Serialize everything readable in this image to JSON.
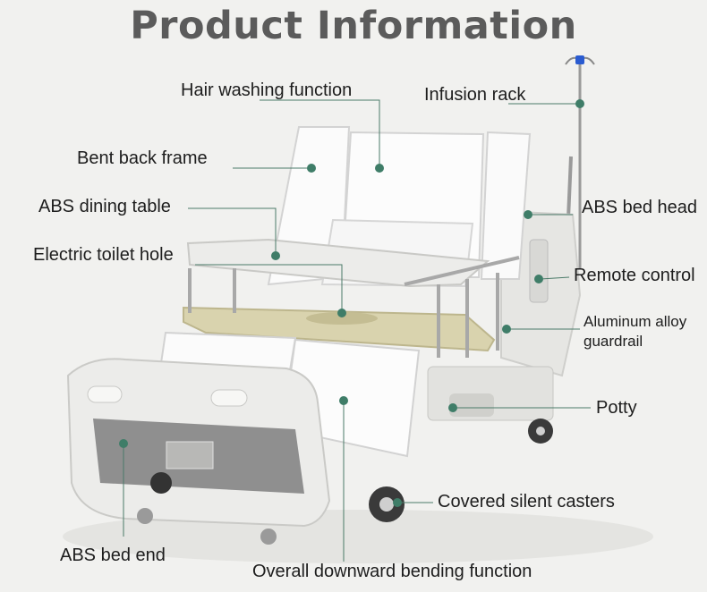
{
  "title": "Product Information",
  "labels": {
    "hair_washing": "Hair washing function",
    "infusion_rack": "Infusion rack",
    "bent_back_frame": "Bent back frame",
    "abs_dining_table": "ABS dining table",
    "abs_bed_head": "ABS bed head",
    "electric_toilet_hole": "Electric toilet hole",
    "remote_control": "Remote control",
    "aluminum_alloy": "Aluminum alloy",
    "guardrail": "guardrail",
    "potty": "Potty",
    "covered_silent_casters": "Covered silent casters",
    "abs_bed_end": "ABS bed end",
    "overall_downward_bending": "Overall downward bending function"
  },
  "colors": {
    "background": "#f1f1ef",
    "leader_line": "#4a7a68",
    "marker_dot": "#3f7d68",
    "title": "#5b5b5b"
  }
}
